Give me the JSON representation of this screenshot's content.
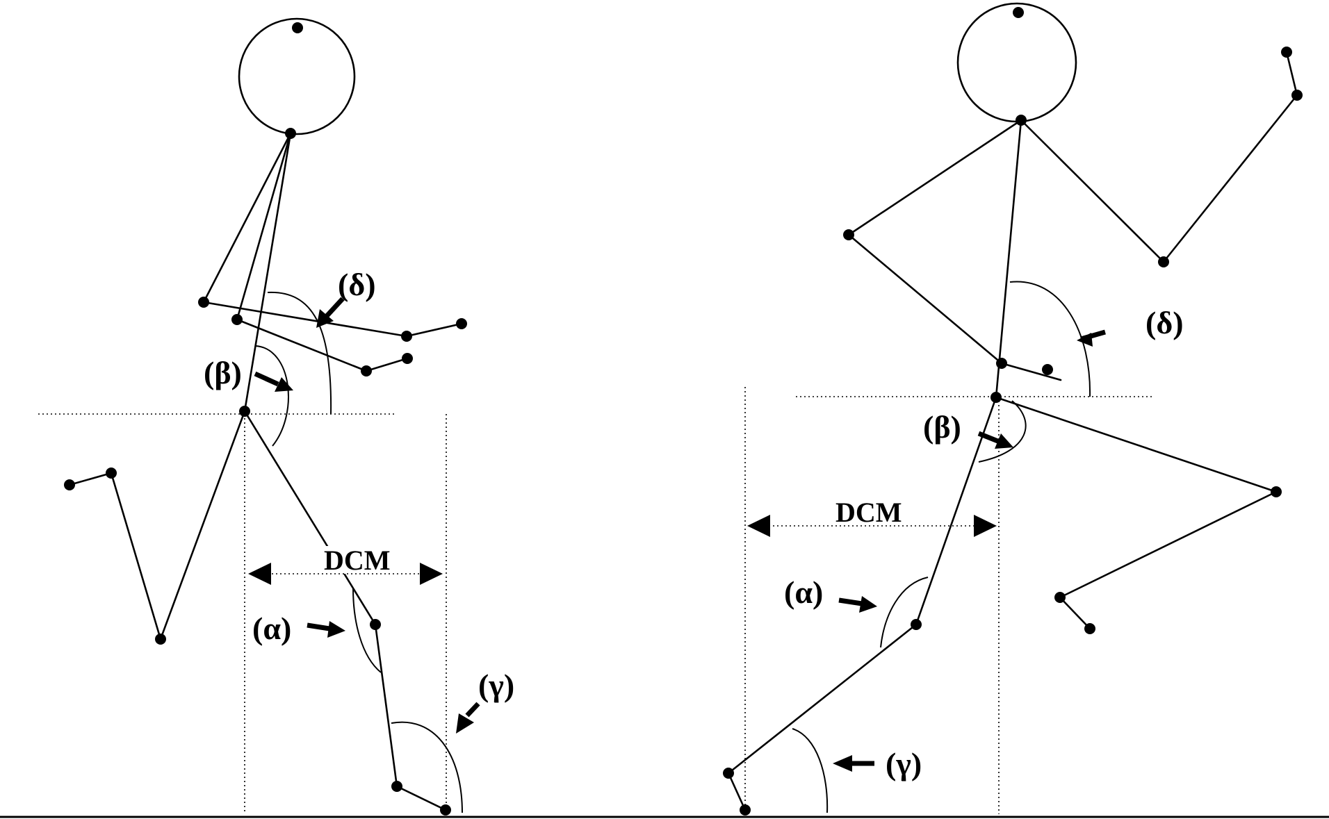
{
  "colors": {
    "ink": "#000000",
    "background": "#ffffff"
  },
  "left_figure": {
    "labels": {
      "delta": "(δ)",
      "beta": "(β)",
      "alpha": "(α)",
      "gamma": "(γ)",
      "dcm": "DCM"
    }
  },
  "right_figure": {
    "labels": {
      "delta": "(δ)",
      "beta": "(β)",
      "alpha": "(α)",
      "gamma": "(γ)",
      "dcm": "DCM"
    }
  }
}
